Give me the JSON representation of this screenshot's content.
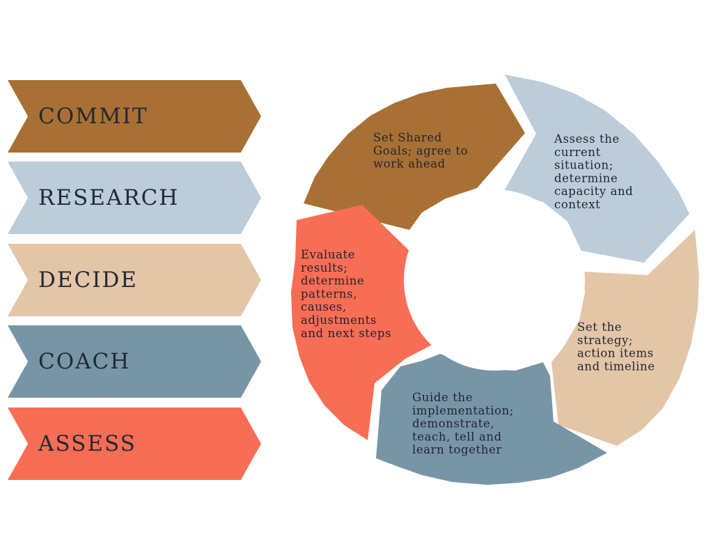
{
  "steps": [
    {
      "label": "COMMIT",
      "color": "#a87035"
    },
    {
      "label": "RESEARCH",
      "color": "#bbccdb"
    },
    {
      "label": "DECIDE",
      "color": "#e3c5a8"
    },
    {
      "label": "COACH",
      "color": "#7895a8"
    },
    {
      "label": "ASSESS",
      "color": "#f86d55"
    }
  ],
  "cycle": [
    {
      "lines": [
        "Set Shared",
        "Goals; agree to",
        "work ahead"
      ],
      "color": "#a87035"
    },
    {
      "lines": [
        "Assess the",
        "current",
        "situation;",
        "determine",
        "capacity and",
        "context"
      ],
      "color": "#bbccdb"
    },
    {
      "lines": [
        "Set the",
        "strategy;",
        "action items",
        "and timeline"
      ],
      "color": "#e3c5a8"
    },
    {
      "lines": [
        "Guide the",
        "implementation;",
        "demonstrate,",
        "teach, tell and",
        "learn together"
      ],
      "color": "#7895a8"
    },
    {
      "lines": [
        "Evaluate",
        "results;",
        "determine",
        "patterns,",
        "causes,",
        "adjustments",
        "and next steps"
      ],
      "color": "#f86d55"
    }
  ]
}
